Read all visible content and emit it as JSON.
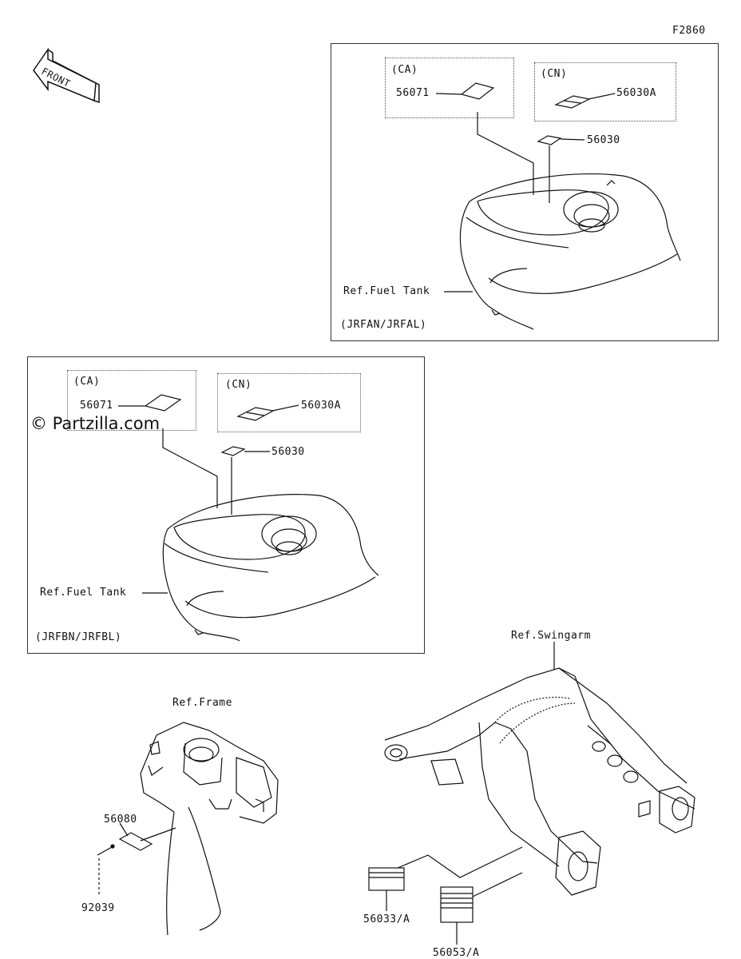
{
  "figure_code": "F2860",
  "front_label": "FRONT",
  "watermark": "© Partzilla.com",
  "panel_top": {
    "ca_label": "(CA)",
    "cn_label": "(CN)",
    "part_56071": "56071",
    "part_56030A": "56030A",
    "part_56030": "56030",
    "ref_fuel_tank": "Ref.Fuel Tank",
    "model": "(JRFAN/JRFAL)"
  },
  "panel_mid": {
    "ca_label": "(CA)",
    "cn_label": "(CN)",
    "part_56071": "56071",
    "part_56030A": "56030A",
    "part_56030": "56030",
    "ref_fuel_tank": "Ref.Fuel Tank",
    "model": "(JRFBN/JRFBL)"
  },
  "frame": {
    "ref_frame": "Ref.Frame",
    "part_56080": "56080",
    "part_92039": "92039"
  },
  "swingarm": {
    "ref_swingarm": "Ref.Swingarm",
    "part_56033A": "56033/A",
    "part_56053A": "56053/A"
  }
}
